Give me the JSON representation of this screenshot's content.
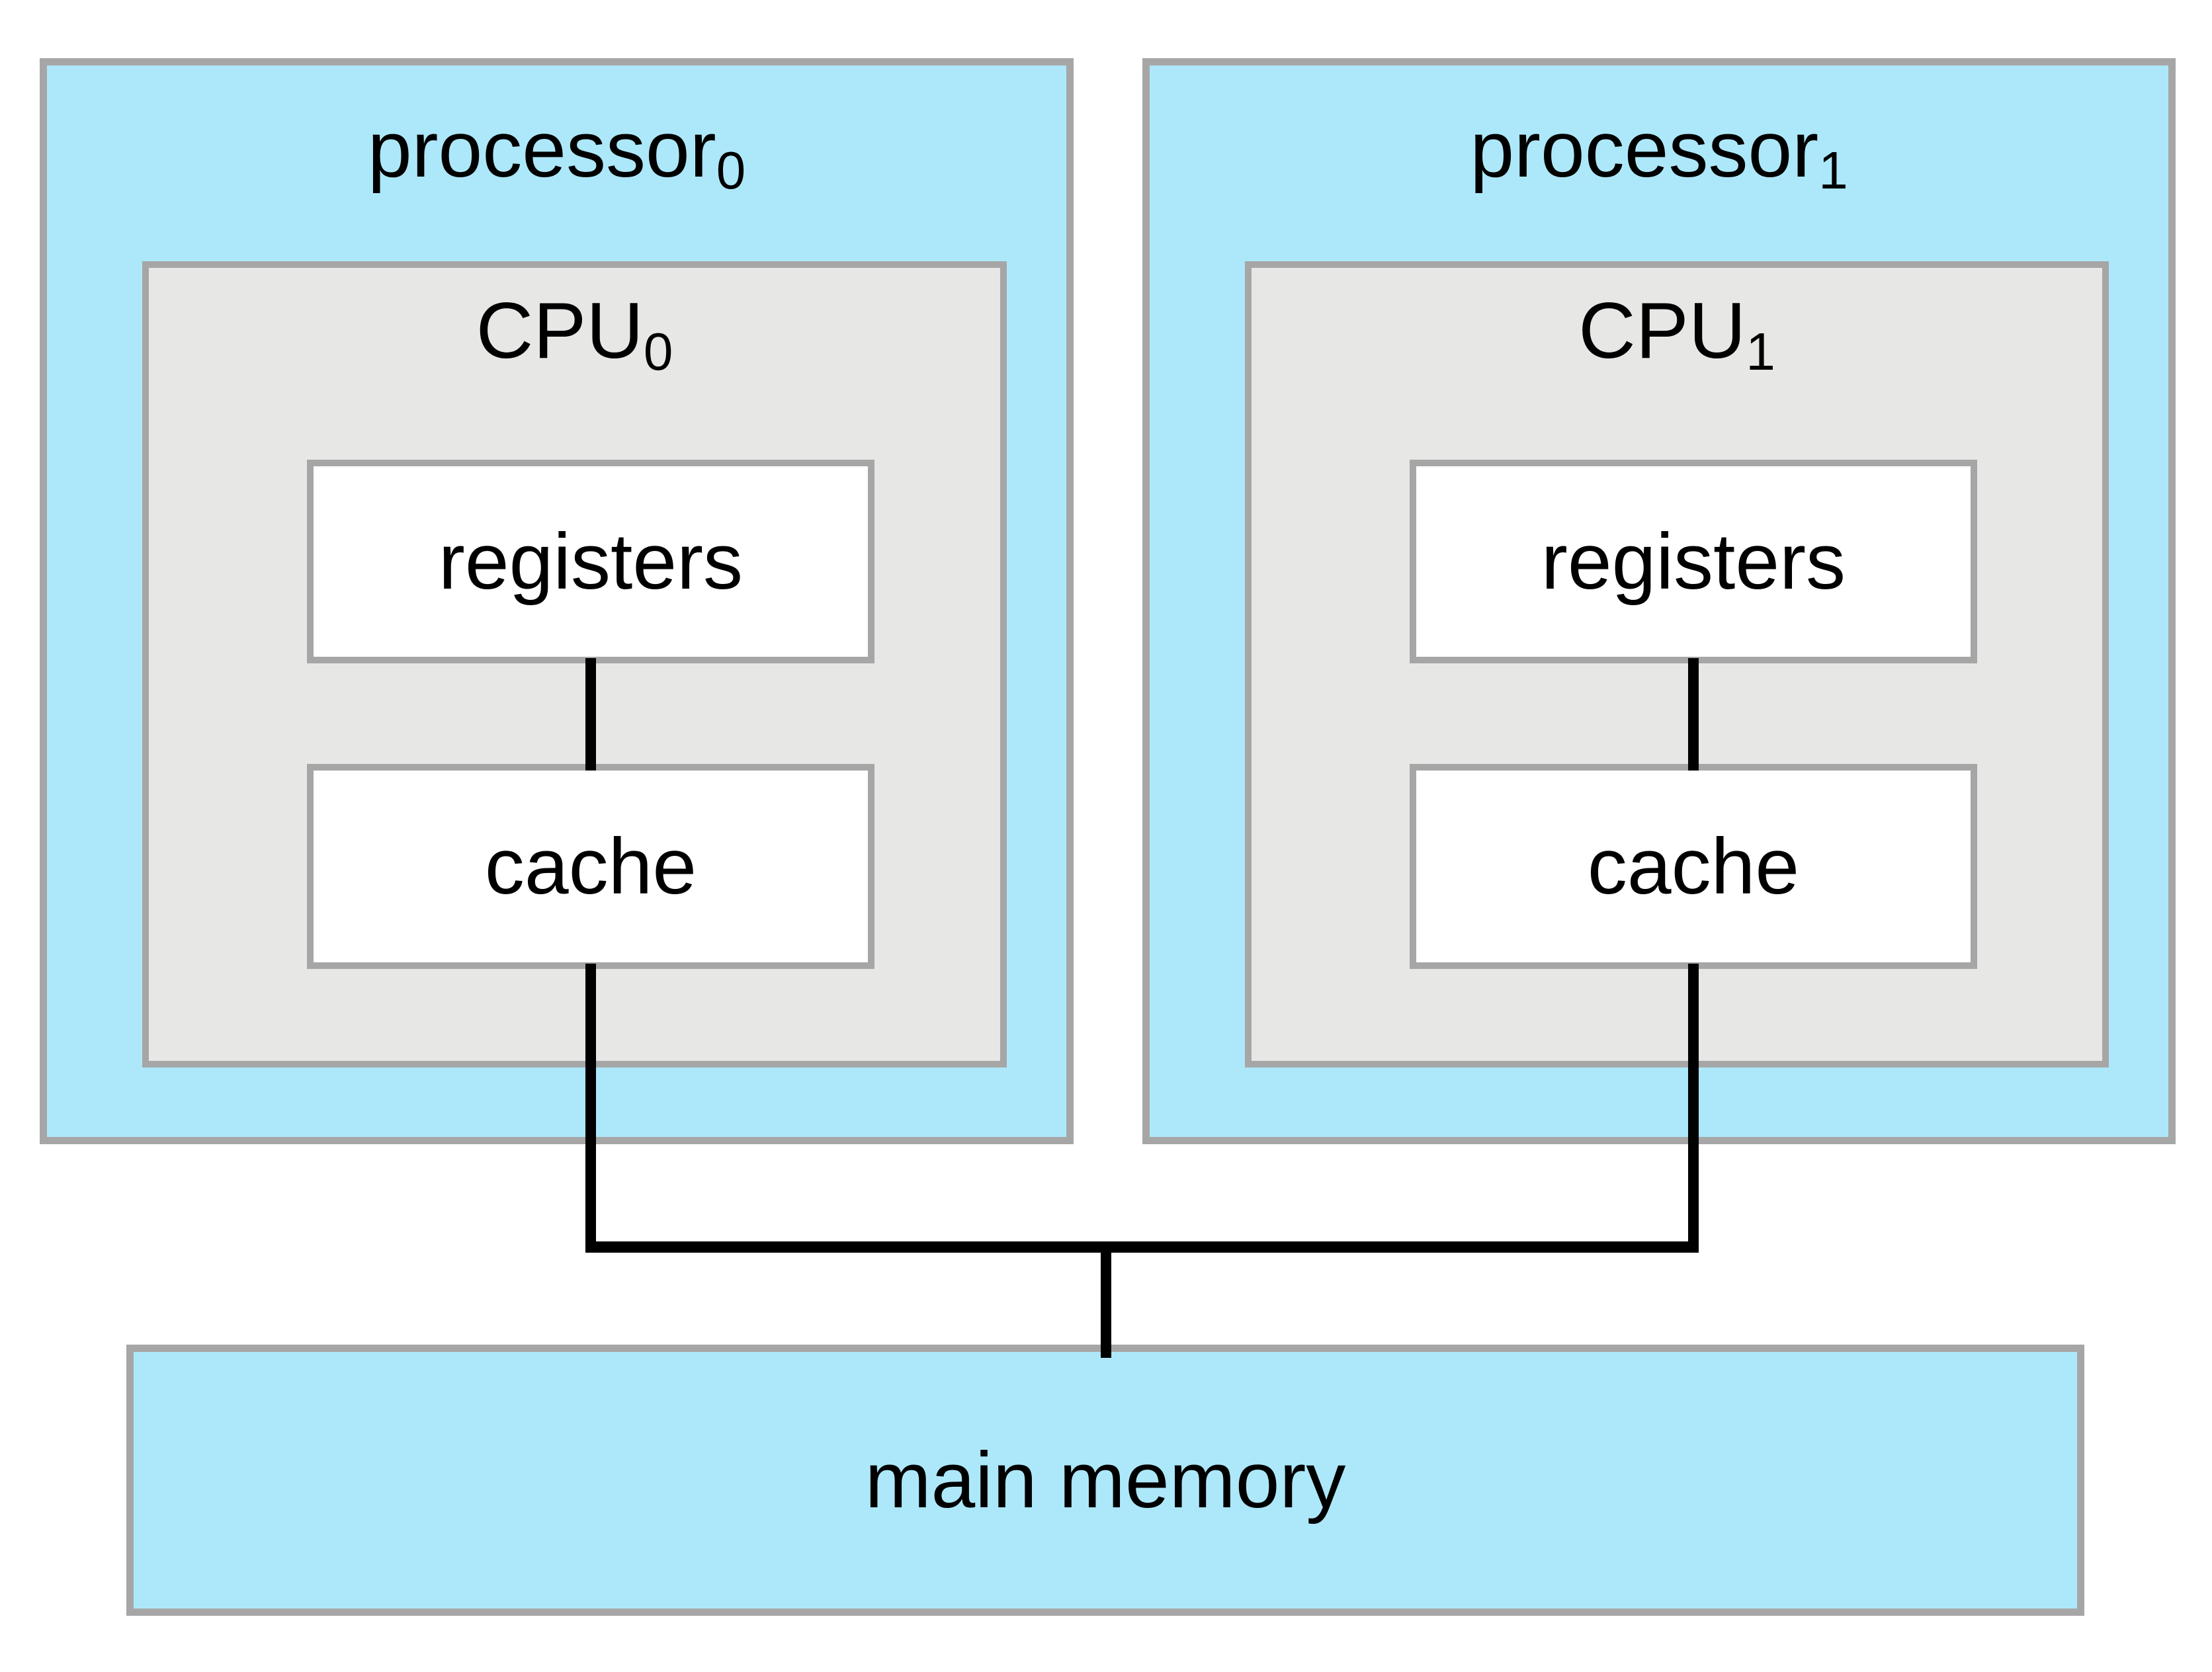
{
  "diagram": {
    "processors": [
      {
        "label_base": "processor",
        "label_sub": "0",
        "cpu": {
          "label_base": "CPU",
          "label_sub": "0",
          "registers_label": "registers",
          "cache_label": "cache"
        }
      },
      {
        "label_base": "processor",
        "label_sub": "1",
        "cpu": {
          "label_base": "CPU",
          "label_sub": "1",
          "registers_label": "registers",
          "cache_label": "cache"
        }
      }
    ],
    "main_memory_label": "main memory",
    "colors": {
      "background": "#ffffff",
      "processor_fill": "#ade8fa",
      "cpu_fill": "#e7e7e5",
      "inner_box_fill": "#ffffff",
      "border_gray": "#a6a6a6",
      "connector_black": "#000000",
      "text": "#000000"
    }
  }
}
